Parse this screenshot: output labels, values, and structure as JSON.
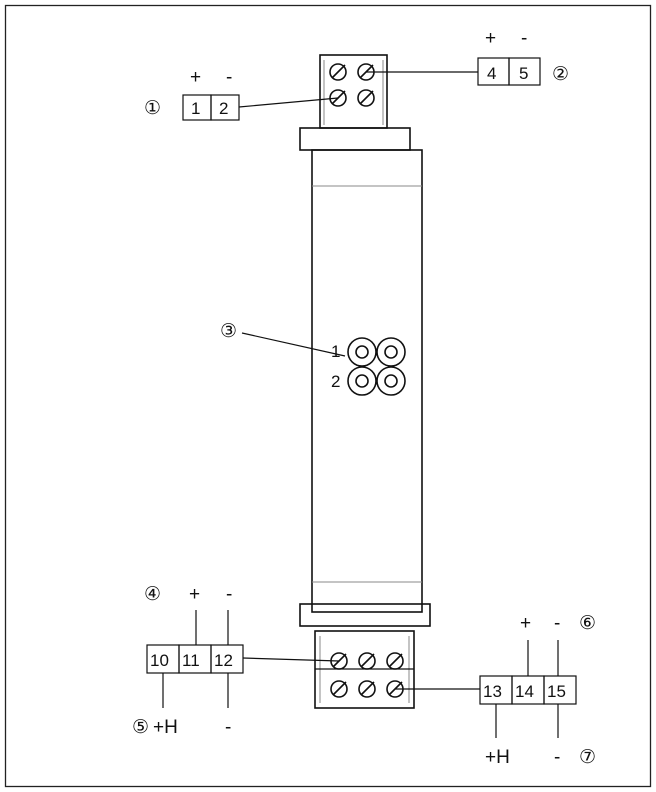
{
  "top_left_block": {
    "callout": "①",
    "plus": "+",
    "minus": "-",
    "terminals": [
      "1",
      "2"
    ]
  },
  "top_right_block": {
    "callout": "②",
    "plus": "+",
    "minus": "-",
    "terminals": [
      "4",
      "5"
    ]
  },
  "leds": {
    "callout": "③",
    "labels": [
      "1",
      "2"
    ]
  },
  "bottom_left_block": {
    "callout_top": "④",
    "plus": "+",
    "minus": "-",
    "terminals": [
      "10",
      "11",
      "12"
    ],
    "callout_bottom": "⑤",
    "hart_plus": "+H",
    "bottom_minus": "-"
  },
  "bottom_right_block": {
    "callout_top": "⑥",
    "plus": "+",
    "minus": "-",
    "terminals": [
      "13",
      "14",
      "15"
    ],
    "callout_bottom": "⑦",
    "hart_plus": "+H",
    "bottom_minus": "-"
  }
}
